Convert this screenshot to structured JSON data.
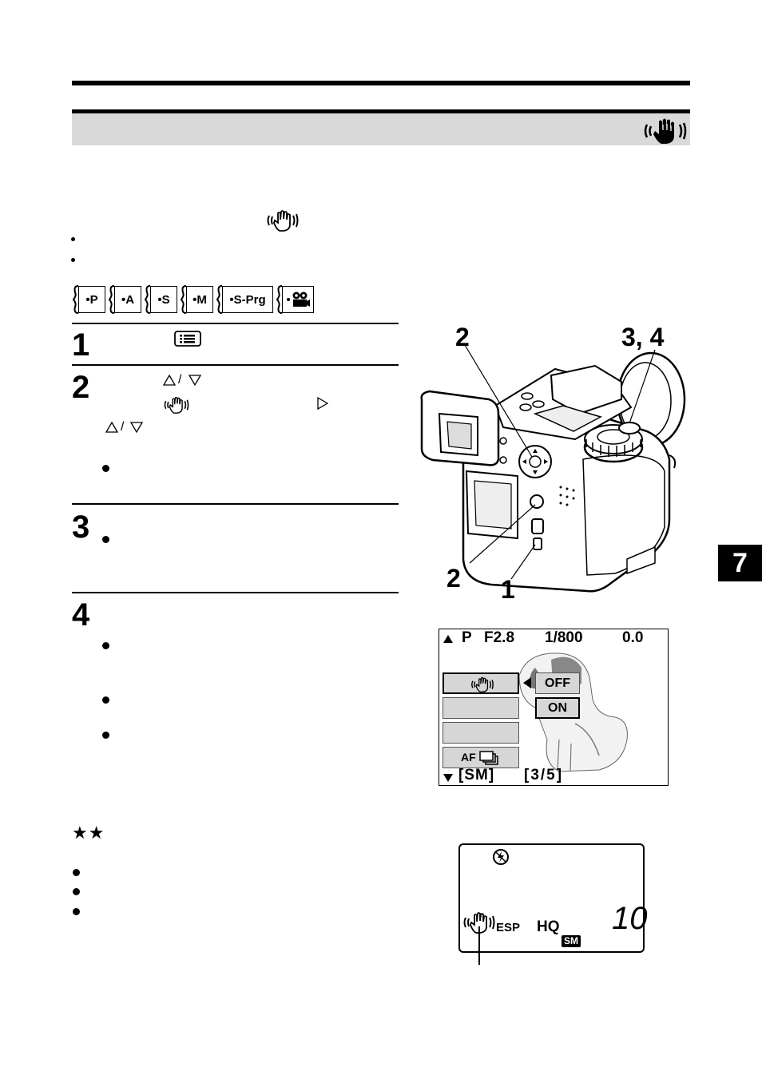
{
  "header": {
    "title_icon": "anti-shake-hand-icon"
  },
  "intro": {
    "inline_icon": "anti-shake-hand-icon",
    "bullets": 2
  },
  "modes": [
    "•P",
    "•A",
    "•S",
    "•M",
    "•S-Prg",
    "movie-icon"
  ],
  "steps": [
    {
      "number": "1",
      "icons": [
        "menu-list-icon"
      ]
    },
    {
      "number": "2",
      "icons": [
        "arrow-up-icon",
        "arrow-down-icon",
        "anti-shake-hand-icon",
        "arrow-right-icon",
        "arrow-up-icon",
        "arrow-down-icon"
      ]
    },
    {
      "number": "3"
    },
    {
      "number": "4"
    }
  ],
  "chapter_tab": "7",
  "camera_callouts": {
    "top_left": "2",
    "top_right": "3, 4",
    "bottom_left": "2",
    "bottom_right": "1"
  },
  "lcd_screen": {
    "status_line": {
      "mode": "P",
      "aperture": "F2.8",
      "shutter": "1/800",
      "exposure": "0.0"
    },
    "menu_items": [
      "anti-shake-hand-icon",
      "",
      "",
      "AF"
    ],
    "options": [
      "OFF",
      "ON"
    ],
    "selected_option": "ON",
    "bottom_left": "[SM]",
    "page_indicator": "[3/5]"
  },
  "control_panel": {
    "flash_icon": "flash-off-icon",
    "hand_icon": "anti-shake-hand-icon",
    "metering": "ESP",
    "quality": "HQ",
    "size_badge": "SM",
    "frames": "10"
  },
  "note_stars": "★★",
  "note_bullets": 3
}
